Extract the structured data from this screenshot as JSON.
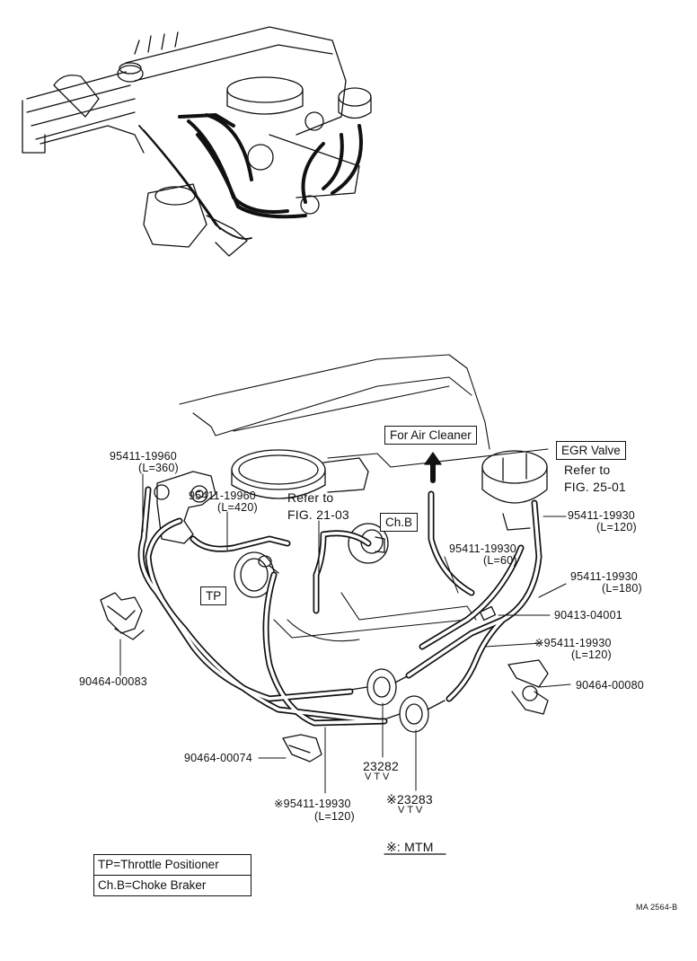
{
  "labels": {
    "p95411_19960_a": "95411-19960",
    "p95411_19960_a_len": "(L=360)",
    "p95411_19960_b": "95411-19960",
    "p95411_19960_b_len": "(L=420)",
    "refer_fig21_line1": "Refer to",
    "refer_fig21_line2": "FIG. 21-03",
    "for_air_cleaner": "For Air Cleaner",
    "egr_valve": "EGR Valve",
    "refer_fig25_line1": "Refer to",
    "refer_fig25_line2": "FIG. 25-01",
    "ch_b": "Ch.B",
    "tp": "TP",
    "p95411_19930_right": "95411-19930",
    "p95411_19930_right_len": "(L=120)",
    "p95411_19930_center": "95411-19930",
    "p95411_19930_center_len": "(L=60)",
    "p95411_19930_180": "95411-19930",
    "p95411_19930_180_len": "(L=180)",
    "p90413_04001": "90413-04001",
    "p95411_19930_mtm_right": "※95411-19930",
    "p95411_19930_mtm_right_len": "(L=120)",
    "p90464_00083": "90464-00083",
    "p90464_00080": "90464-00080",
    "p90464_00074": "90464-00074",
    "p23282": "23282",
    "p23282_sub": "VTV",
    "p95411_19930_mtm_bottom": "※95411-19930",
    "p95411_19930_mtm_bottom_len": "(L=120)",
    "p23283": "※23283",
    "p23283_sub": "VTV",
    "mtm_note": "※: MTM",
    "legend_tp": "TP=Throttle Positioner",
    "legend_chb": "Ch.B=Choke Braker",
    "figure_code": "MA 2564-B"
  }
}
